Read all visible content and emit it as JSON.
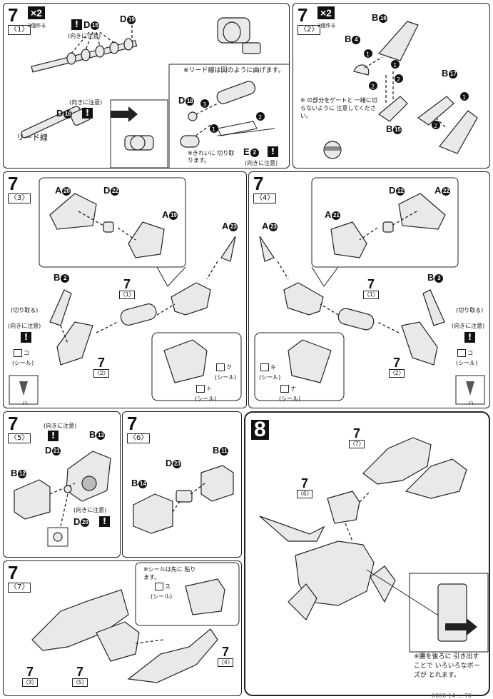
{
  "header": {
    "step": "7"
  },
  "p1": {
    "step": "7",
    "sub": "〈1〉",
    "x2": "×2",
    "x2note": "2個作る",
    "labels": {
      "d15": "D",
      "d19": "D",
      "d16": "D",
      "d18": "D",
      "e2": "E"
    },
    "nums": {
      "d15": "15",
      "d19": "19",
      "d16": "16",
      "d18": "18",
      "e2": "2",
      "n1": "1",
      "n2": "2",
      "n3": "3"
    },
    "caution": "(向きに注意)",
    "lead": "リード線",
    "bend": "※リード線は図のように曲げます。",
    "cut": "※きれいに 切り取ります。",
    "caution2": "(向きに注意)"
  },
  "p2": {
    "step": "7",
    "sub": "〈2〉",
    "x2": "×2",
    "x2note": "2個作る",
    "labels": {
      "b16": "B",
      "b4": "B",
      "b17": "B",
      "b15": "B"
    },
    "nums": {
      "b16": "16",
      "b4": "4",
      "b17": "17",
      "b15": "15"
    },
    "note": "※     の部分をゲートと 一緒に切らないように 注意してください。"
  },
  "p3": {
    "step": "7",
    "sub": "〈3〉",
    "labels": {
      "a20": "A",
      "d22": "D",
      "a19": "A",
      "a23": "A",
      "b2": "B"
    },
    "nums": {
      "a20": "20",
      "d22": "22",
      "a19": "19",
      "a23": "23",
      "b2": "2"
    },
    "cut": "(切り取る)",
    "caution": "(向きに注意)",
    "seal": "(シール)",
    "seal_ko": "コ",
    "seal_ku": "ク",
    "seal_to": "ト",
    "ha": "ハ",
    "ref1": "7",
    "ref1sub": "〈1〉",
    "ref2": "7",
    "ref2sub": "〈2〉"
  },
  "p4": {
    "step": "7",
    "sub": "〈4〉",
    "labels": {
      "d22": "D",
      "a22": "A",
      "a21": "A",
      "a23": "A",
      "b3": "B"
    },
    "nums": {
      "d22": "22",
      "a22": "22",
      "a21": "21",
      "a23": "23",
      "b3": "3"
    },
    "cut": "(切り取る)",
    "caution": "(向きに注意)",
    "seal": "(シール)",
    "seal_ko": "コ",
    "seal_ki": "キ",
    "seal_na": "ナ",
    "ha": "ハ",
    "ref1": "7",
    "ref1sub": "〈1〉",
    "ref2": "7",
    "ref2sub": "〈2〉"
  },
  "p5": {
    "step": "7",
    "sub": "〈5〉",
    "labels": {
      "b13": "B",
      "d21": "D",
      "b12": "B",
      "d20": "D"
    },
    "nums": {
      "b13": "13",
      "d21": "21",
      "b12": "12",
      "d20": "20"
    },
    "caution": "(向きに注意)"
  },
  "p6": {
    "step": "7",
    "sub": "〈6〉",
    "labels": {
      "b11": "B",
      "d23": "D",
      "b14": "B"
    },
    "nums": {
      "b11": "11",
      "d23": "23",
      "b14": "14"
    }
  },
  "p7": {
    "step": "7",
    "sub": "〈7〉",
    "note": "※シールは先に 貼ります。",
    "seal": "(シール)",
    "seal_su": "ス",
    "ref3": "7",
    "ref3sub": "〈3〉",
    "ref5": "7",
    "ref5sub": "〈5〉",
    "ref4": "7",
    "ref4sub": "〈4〉"
  },
  "p8": {
    "step": "8",
    "ref7": "7",
    "ref7sub": "〈7〉",
    "ref6": "7",
    "ref6sub": "〈6〉",
    "note": "※腰を後ろに 引き出すことで いろいろなポーズが とれます。"
  },
  "footer": "0000 14 ... 70"
}
